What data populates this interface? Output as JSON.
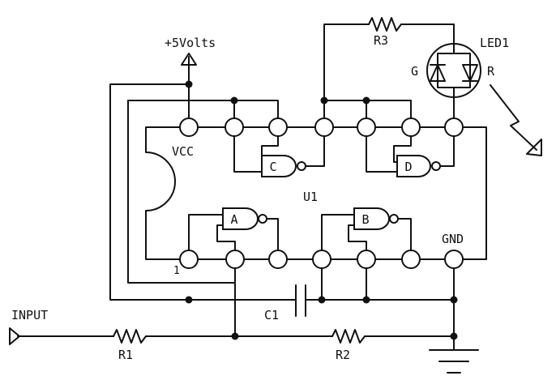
{
  "labels": {
    "supply": "+5Volts",
    "vcc": "VCC",
    "gnd": "GND",
    "chip": "U1",
    "pin1": "1",
    "input": "INPUT",
    "r1": "R1",
    "r2": "R2",
    "r3": "R3",
    "c1": "C1",
    "led": "LED1",
    "led_g": "G",
    "led_r": "R"
  },
  "gates": {
    "a": "A",
    "b": "B",
    "c": "C",
    "d": "D"
  }
}
